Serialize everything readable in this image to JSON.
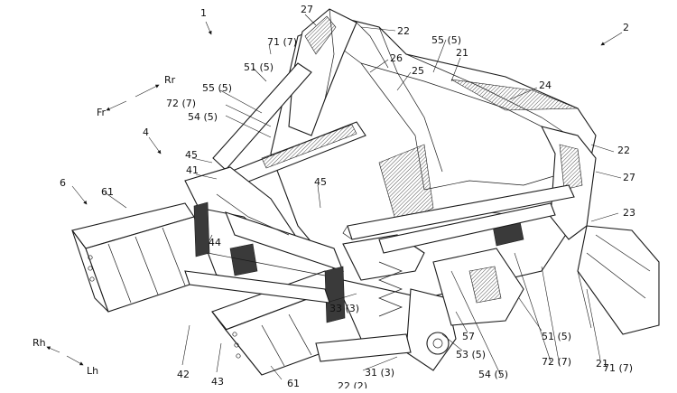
{
  "figure": {
    "labels": [
      {
        "id": "lbl-1",
        "text": "1"
      },
      {
        "id": "lbl-2",
        "text": "2"
      },
      {
        "id": "lbl-4",
        "text": "4"
      },
      {
        "id": "lbl-6",
        "text": "6"
      },
      {
        "id": "lbl-21a",
        "text": "21"
      },
      {
        "id": "lbl-21b",
        "text": "21"
      },
      {
        "id": "lbl-22a",
        "text": "22"
      },
      {
        "id": "lbl-22b",
        "text": "22"
      },
      {
        "id": "lbl-22c",
        "text": "22 (2)"
      },
      {
        "id": "lbl-23",
        "text": "23"
      },
      {
        "id": "lbl-24",
        "text": "24"
      },
      {
        "id": "lbl-25",
        "text": "25"
      },
      {
        "id": "lbl-26",
        "text": "26"
      },
      {
        "id": "lbl-27a",
        "text": "27"
      },
      {
        "id": "lbl-27b",
        "text": "27"
      },
      {
        "id": "lbl-31",
        "text": "31 (3)"
      },
      {
        "id": "lbl-33",
        "text": "33 (3)"
      },
      {
        "id": "lbl-41",
        "text": "41"
      },
      {
        "id": "lbl-42",
        "text": "42"
      },
      {
        "id": "lbl-43",
        "text": "43"
      },
      {
        "id": "lbl-44",
        "text": "44"
      },
      {
        "id": "lbl-45a",
        "text": "45"
      },
      {
        "id": "lbl-45b",
        "text": "45"
      },
      {
        "id": "lbl-51a",
        "text": "51 (5)"
      },
      {
        "id": "lbl-51b",
        "text": "51 (5)"
      },
      {
        "id": "lbl-53",
        "text": "53 (5)"
      },
      {
        "id": "lbl-54a",
        "text": "54 (5)"
      },
      {
        "id": "lbl-54b",
        "text": "54 (5)"
      },
      {
        "id": "lbl-55a",
        "text": "55 (5)"
      },
      {
        "id": "lbl-55b",
        "text": "55 (5)"
      },
      {
        "id": "lbl-57",
        "text": "57"
      },
      {
        "id": "lbl-61a",
        "text": "61"
      },
      {
        "id": "lbl-61b",
        "text": "61"
      },
      {
        "id": "lbl-71a",
        "text": "71 (7)"
      },
      {
        "id": "lbl-71b",
        "text": "71 (7)"
      },
      {
        "id": "lbl-72a",
        "text": "72 (7)"
      },
      {
        "id": "lbl-72b",
        "text": "72 (7)"
      }
    ],
    "directions": {
      "fr": "Fr",
      "rr": "Rr",
      "rh": "Rh",
      "lh": "Lh"
    }
  }
}
